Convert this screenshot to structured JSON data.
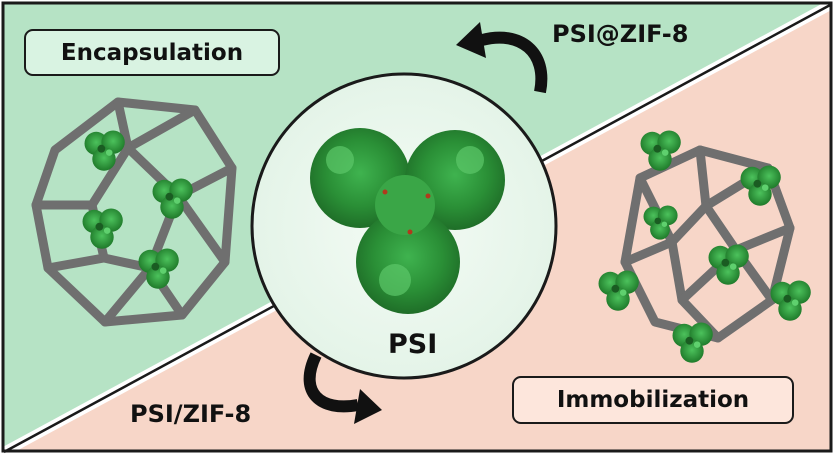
{
  "labels": {
    "encapsulation": "Encapsulation",
    "immobilization": "Immobilization",
    "psi_zif_at": "PSI@ZIF-8",
    "psi_zif_slash": "PSI/ZIF-8",
    "psi": "PSI"
  },
  "colors": {
    "encapsulation_bg": "#b6e3c5",
    "immobilization_bg": "#f7d6c8",
    "framework_gray": "#6f6f6f",
    "protein_green": "#2f9a3c",
    "arrow_black": "#111111"
  }
}
